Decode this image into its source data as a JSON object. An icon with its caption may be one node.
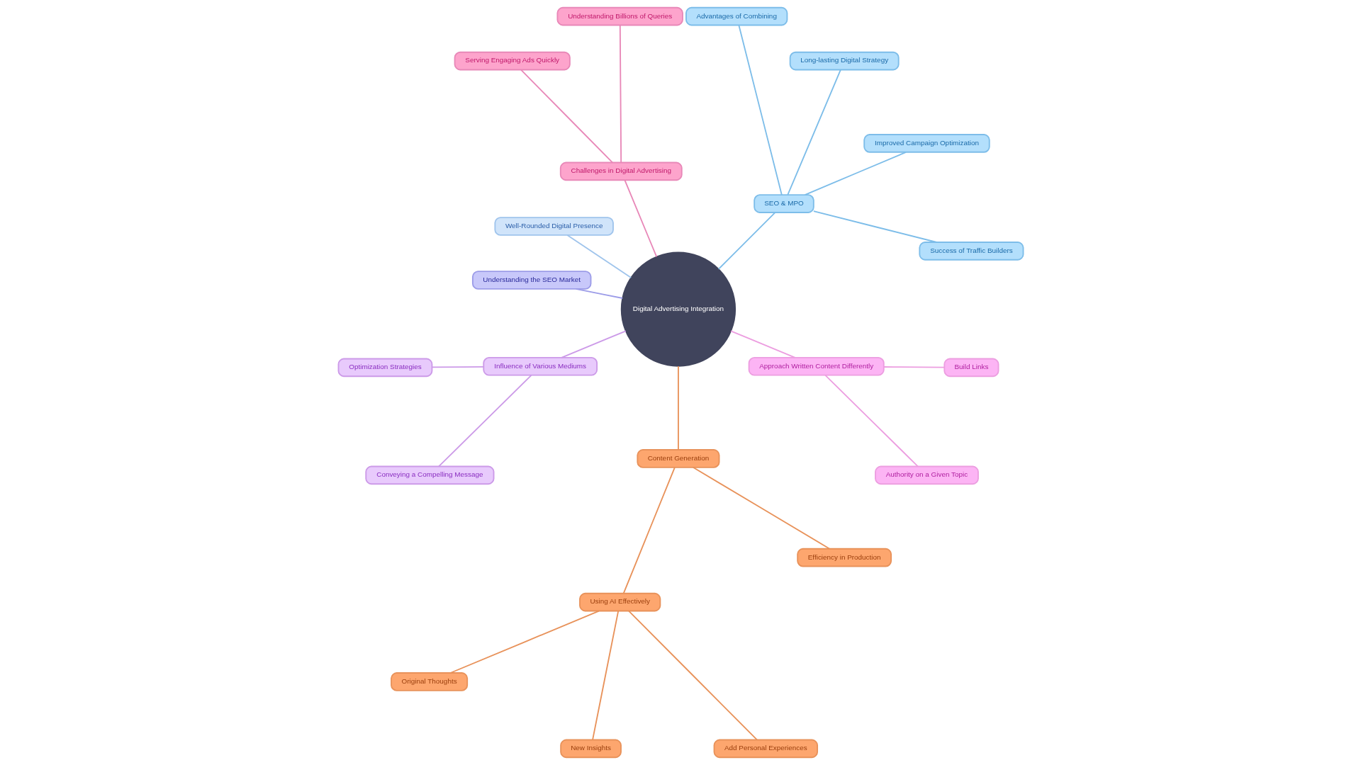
{
  "diagram": {
    "nodes": [
      {
        "text": [
          "Digital Advertising Integration"
        ]
      },
      {
        "text": [
          "SEO & MPO"
        ]
      },
      {
        "text": [
          "Success of Traffic Builders"
        ]
      },
      {
        "text": [
          "Improved Campaign Optimization"
        ]
      },
      {
        "text": [
          "Long-lasting Digital Strategy"
        ]
      },
      {
        "text": [
          "Advantages of Combining"
        ]
      },
      {
        "text": [
          "Challenges in Digital Advertising"
        ]
      },
      {
        "text": [
          "Understanding Billions of Queries"
        ]
      },
      {
        "text": [
          "Serving Engaging Ads Quickly"
        ]
      },
      {
        "text": [
          "Well-Rounded Digital Presence"
        ]
      },
      {
        "text": [
          "Understanding the SEO Market"
        ]
      },
      {
        "text": [
          "Influence of Various Mediums"
        ]
      },
      {
        "text": [
          "Optimization Strategies"
        ]
      },
      {
        "text": [
          "Conveying a Compelling Message"
        ]
      },
      {
        "text": [
          "Content Generation"
        ]
      },
      {
        "text": [
          "Using AI Effectively"
        ]
      },
      {
        "text": [
          "Original Thoughts"
        ]
      },
      {
        "text": [
          "New Insights"
        ]
      },
      {
        "text": [
          "Add Personal Experiences"
        ]
      },
      {
        "text": [
          "Efficiency in Production"
        ]
      },
      {
        "text": [
          "Approach Written Content Differently"
        ]
      },
      {
        "text": [
          "Authority on a Given Topic"
        ]
      },
      {
        "text": [
          "Build Links"
        ]
      }
    ],
    "edges": [
      {
        "from": 0,
        "to": 1,
        "arrow": "none",
        "color": "#7dbde9"
      },
      {
        "from": 1,
        "to": 2,
        "arrow": "none",
        "color": "#7dbde9"
      },
      {
        "from": 1,
        "to": 3,
        "arrow": "none",
        "color": "#7dbde9"
      },
      {
        "from": 1,
        "to": 4,
        "arrow": "none",
        "color": "#7dbde9"
      },
      {
        "from": 1,
        "to": 5,
        "arrow": "none",
        "color": "#7dbde9"
      },
      {
        "from": 0,
        "to": 6,
        "arrow": "none",
        "color": "#e888b8"
      },
      {
        "from": 6,
        "to": 7,
        "arrow": "none",
        "color": "#e888b8"
      },
      {
        "from": 6,
        "to": 8,
        "arrow": "none",
        "color": "#e888b8"
      },
      {
        "from": 0,
        "to": 9,
        "arrow": "none",
        "color": "#9fc4ec"
      },
      {
        "from": 0,
        "to": 10,
        "arrow": "none",
        "color": "#9c9ce8"
      },
      {
        "from": 0,
        "to": 11,
        "arrow": "none",
        "color": "#cc9ae8"
      },
      {
        "from": 11,
        "to": 12,
        "arrow": "none",
        "color": "#cc9ae8"
      },
      {
        "from": 11,
        "to": 13,
        "arrow": "none",
        "color": "#cc9ae8"
      },
      {
        "from": 0,
        "to": 14,
        "arrow": "none",
        "color": "#e8925a"
      },
      {
        "from": 14,
        "to": 15,
        "arrow": "none",
        "color": "#e8925a"
      },
      {
        "from": 15,
        "to": 16,
        "arrow": "none",
        "color": "#e8925a"
      },
      {
        "from": 15,
        "to": 17,
        "arrow": "none",
        "color": "#e8925a"
      },
      {
        "from": 15,
        "to": 18,
        "arrow": "none",
        "color": "#e8925a"
      },
      {
        "from": 14,
        "to": 19,
        "arrow": "none",
        "color": "#e8925a"
      },
      {
        "from": 0,
        "to": 20,
        "arrow": "none",
        "color": "#ec9ee0"
      },
      {
        "from": 20,
        "to": 21,
        "arrow": "none",
        "color": "#ec9ee0"
      },
      {
        "from": 20,
        "to": 22,
        "arrow": "none",
        "color": "#ec9ee0"
      }
    ]
  }
}
